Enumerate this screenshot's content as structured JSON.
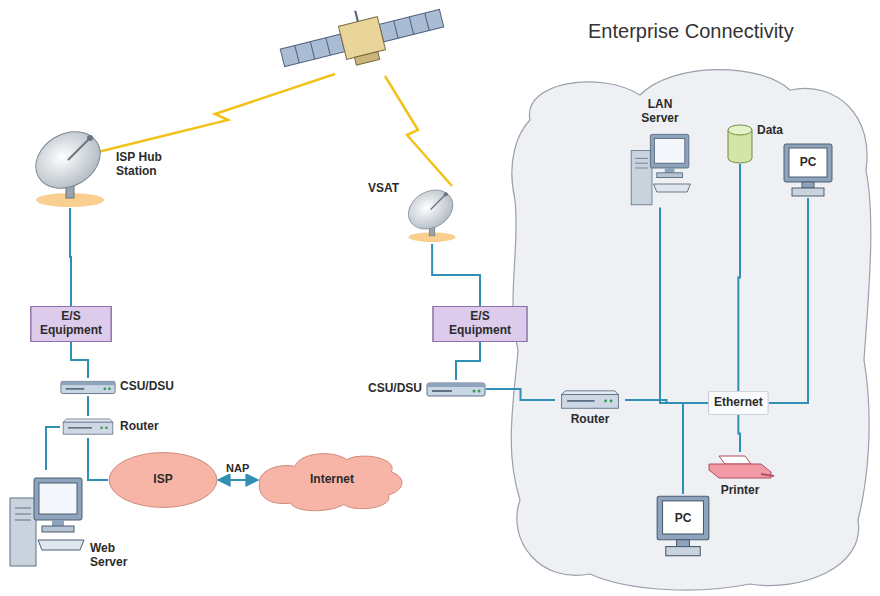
{
  "diagram": {
    "title": "Enterprise Connectivity",
    "nodes": [
      {
        "text": [
          "ISP Hub Station"
        ]
      },
      {
        "text": [
          "VSAT"
        ]
      },
      {
        "text": [
          "LAN Server"
        ]
      },
      {
        "text": [
          "Data"
        ]
      },
      {
        "text": [
          "PC"
        ]
      },
      {
        "text": [
          "E/S Equipment"
        ]
      },
      {
        "text": [
          "E/S Equipment"
        ]
      },
      {
        "text": [
          "CSU/DSU"
        ]
      },
      {
        "text": [
          "CSU/DSU"
        ]
      },
      {
        "text": [
          "Ethernet"
        ]
      },
      {
        "text": [
          "Router"
        ]
      },
      {
        "text": [
          "Router"
        ]
      },
      {
        "text": [
          "ISP"
        ]
      },
      {
        "text": [
          "Internet"
        ]
      },
      {
        "text": [
          "PC"
        ]
      },
      {
        "text": [
          "Printer"
        ]
      },
      {
        "text": [
          "Web Server"
        ]
      }
    ],
    "edges": [
      {
        "from": 0,
        "to": 5,
        "arrow": "none"
      },
      {
        "from": 5,
        "to": 7,
        "arrow": "none"
      },
      {
        "from": 7,
        "to": 10,
        "arrow": "none"
      },
      {
        "from": 10,
        "to": 12,
        "arrow": "none"
      },
      {
        "from": 12,
        "to": 13,
        "label": "NAP",
        "arrow": "both"
      },
      {
        "from": 10,
        "to": 16,
        "arrow": "none"
      },
      {
        "from": 1,
        "to": 6,
        "arrow": "none"
      },
      {
        "from": 6,
        "to": 8,
        "arrow": "none"
      },
      {
        "from": 8,
        "to": 11,
        "arrow": "none"
      },
      {
        "from": 11,
        "to": 9,
        "arrow": "none"
      },
      {
        "from": 2,
        "to": 9,
        "arrow": "none"
      },
      {
        "from": 3,
        "to": 9,
        "arrow": "none"
      },
      {
        "from": 9,
        "to": 4,
        "arrow": "none"
      },
      {
        "from": 9,
        "to": 14,
        "arrow": "none"
      },
      {
        "from": 9,
        "to": 15,
        "arrow": "none"
      }
    ]
  }
}
